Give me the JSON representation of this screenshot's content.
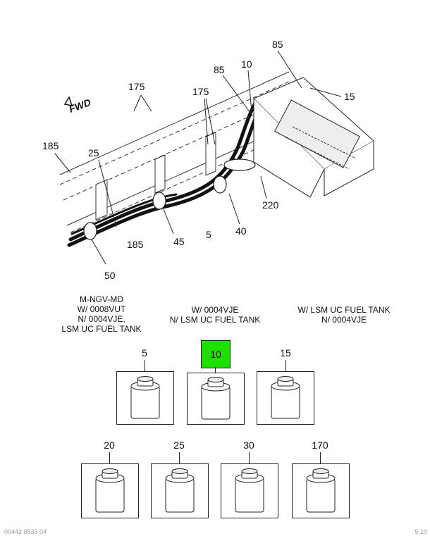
{
  "diagram": {
    "fwd_label": "FWD",
    "callouts": [
      "185",
      "25",
      "175",
      "175",
      "85",
      "10",
      "85",
      "15",
      "220",
      "40",
      "5",
      "45",
      "185",
      "50"
    ]
  },
  "conditions": [
    [
      "M-NGV-MD",
      "W/ 0008VUT",
      "N/ 0004VJE,",
      "LSM UC FUEL TANK"
    ],
    [
      "W/ 0004VJE",
      "N/ LSM UC FUEL TANK"
    ],
    [
      "W/ LSM UC FUEL TANK",
      "N/ 0004VJE"
    ]
  ],
  "parts": [
    {
      "number": "5",
      "highlighted": false
    },
    {
      "number": "10",
      "highlighted": true
    },
    {
      "number": "15",
      "highlighted": false
    },
    {
      "number": "20",
      "highlighted": false
    },
    {
      "number": "25",
      "highlighted": false
    },
    {
      "number": "30",
      "highlighted": false
    },
    {
      "number": "170",
      "highlighted": false
    }
  ],
  "colors": {
    "highlight": "#1ee000",
    "line": "#222222"
  },
  "footer": {
    "left": "00442 0533 04",
    "right": "5 10"
  }
}
